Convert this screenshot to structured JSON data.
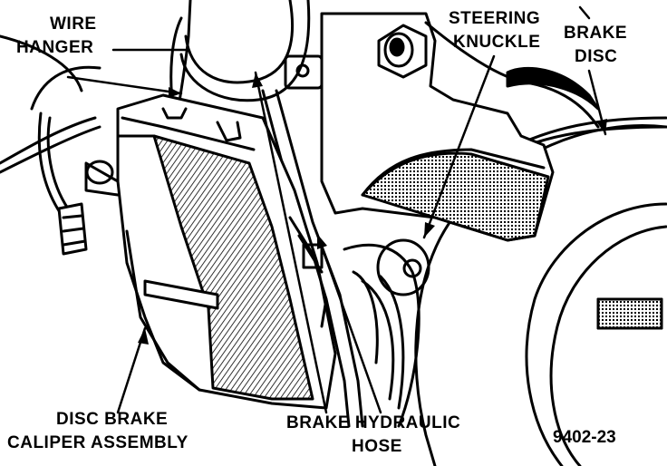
{
  "labels": {
    "wire_hanger": [
      "WIRE",
      "HANGER"
    ],
    "steering_knuckle": [
      "STEERING",
      "KNUCKLE"
    ],
    "brake_disc": [
      "BRAKE",
      "DISC"
    ],
    "caliper_assembly": [
      "DISC BRAKE",
      "CALIPER ASSEMBLY"
    ],
    "hydraulic_hose": [
      "BRAKE HYDRAULIC",
      "HOSE"
    ]
  },
  "figure_number": "9402-23"
}
